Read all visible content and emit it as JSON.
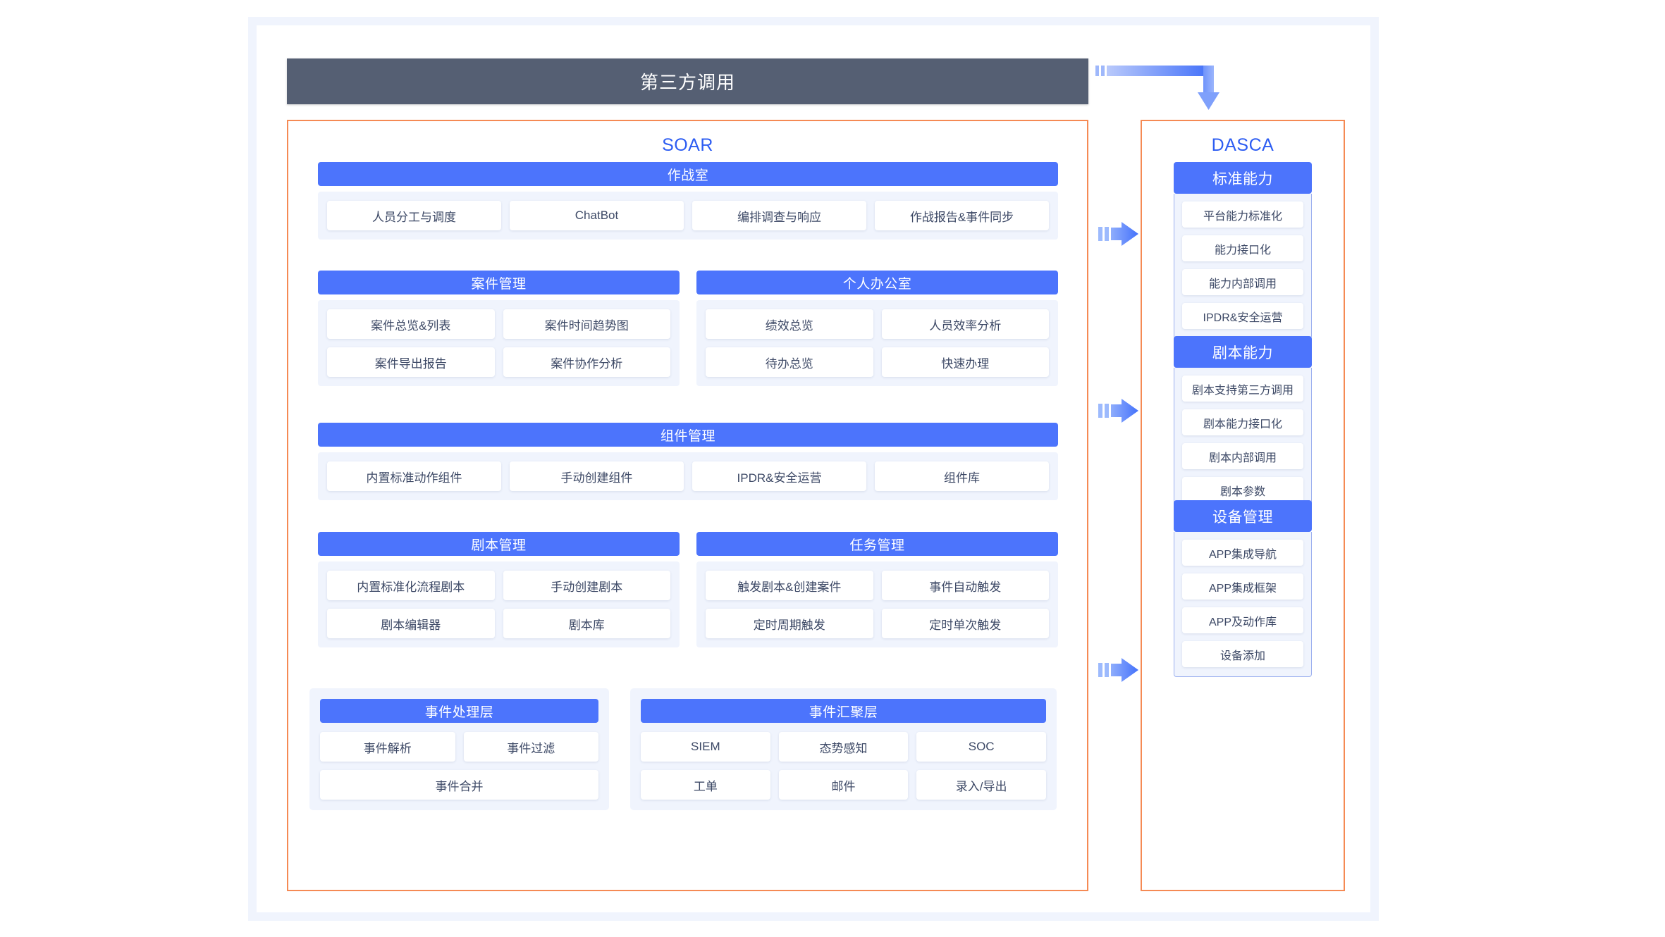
{
  "colors": {
    "brand_blue": "#4c74fc",
    "title_blue": "#2c5cf2",
    "banner_slate": "#555f73",
    "border_orange": "#f58a54",
    "panel_tint": "#f0f4fd",
    "chip_text": "#3d4966",
    "dasca_border": "#9cb0ef"
  },
  "banner": {
    "label": "第三方调用"
  },
  "soar": {
    "title": "SOAR",
    "war_room": {
      "title": "作战室",
      "items": [
        "人员分工与调度",
        "ChatBot",
        "编排调查与响应",
        "作战报告&事件同步"
      ]
    },
    "case_management": {
      "title": "案件管理",
      "items": [
        "案件总览&列表",
        "案件时间趋势图",
        "案件导出报告",
        "案件协作分析"
      ]
    },
    "personal_office": {
      "title": "个人办公室",
      "items": [
        "绩效总览",
        "人员效率分析",
        "待办总览",
        "快速办理"
      ]
    },
    "component_management": {
      "title": "组件管理",
      "items": [
        "内置标准动作组件",
        "手动创建组件",
        "IPDR&安全运营",
        "组件库"
      ]
    },
    "playbook_management": {
      "title": "剧本管理",
      "items": [
        "内置标准化流程剧本",
        "手动创建剧本",
        "剧本编辑器",
        "剧本库"
      ]
    },
    "task_management": {
      "title": "任务管理",
      "items": [
        "触发剧本&创建案件",
        "事件自动触发",
        "定时周期触发",
        "定时单次触发"
      ]
    },
    "event_processing_layer": {
      "title": "事件处理层",
      "row1": [
        "事件解析",
        "事件过滤"
      ],
      "row2": [
        "事件合并"
      ]
    },
    "event_aggregation_layer": {
      "title": "事件汇聚层",
      "items": [
        "SIEM",
        "态势感知",
        "SOC",
        "工单",
        "邮件",
        "录入/导出"
      ]
    }
  },
  "dasca": {
    "title": "DASCA",
    "groups": [
      {
        "title": "标准能力",
        "items": [
          "平台能力标准化",
          "能力接口化",
          "能力内部调用",
          "IPDR&安全运营"
        ]
      },
      {
        "title": "剧本能力",
        "items": [
          "剧本支持第三方调用",
          "剧本能力接口化",
          "剧本内部调用",
          "剧本参数"
        ]
      },
      {
        "title": "设备管理",
        "items": [
          "APP集成导航",
          "APP集成框架",
          "APP及动作库",
          "设备添加"
        ]
      }
    ]
  },
  "arrows": {
    "elbow": "elbow-arrow-right-down",
    "connectors": [
      "fast-forward-arrow",
      "fast-forward-arrow",
      "fast-forward-arrow"
    ]
  }
}
